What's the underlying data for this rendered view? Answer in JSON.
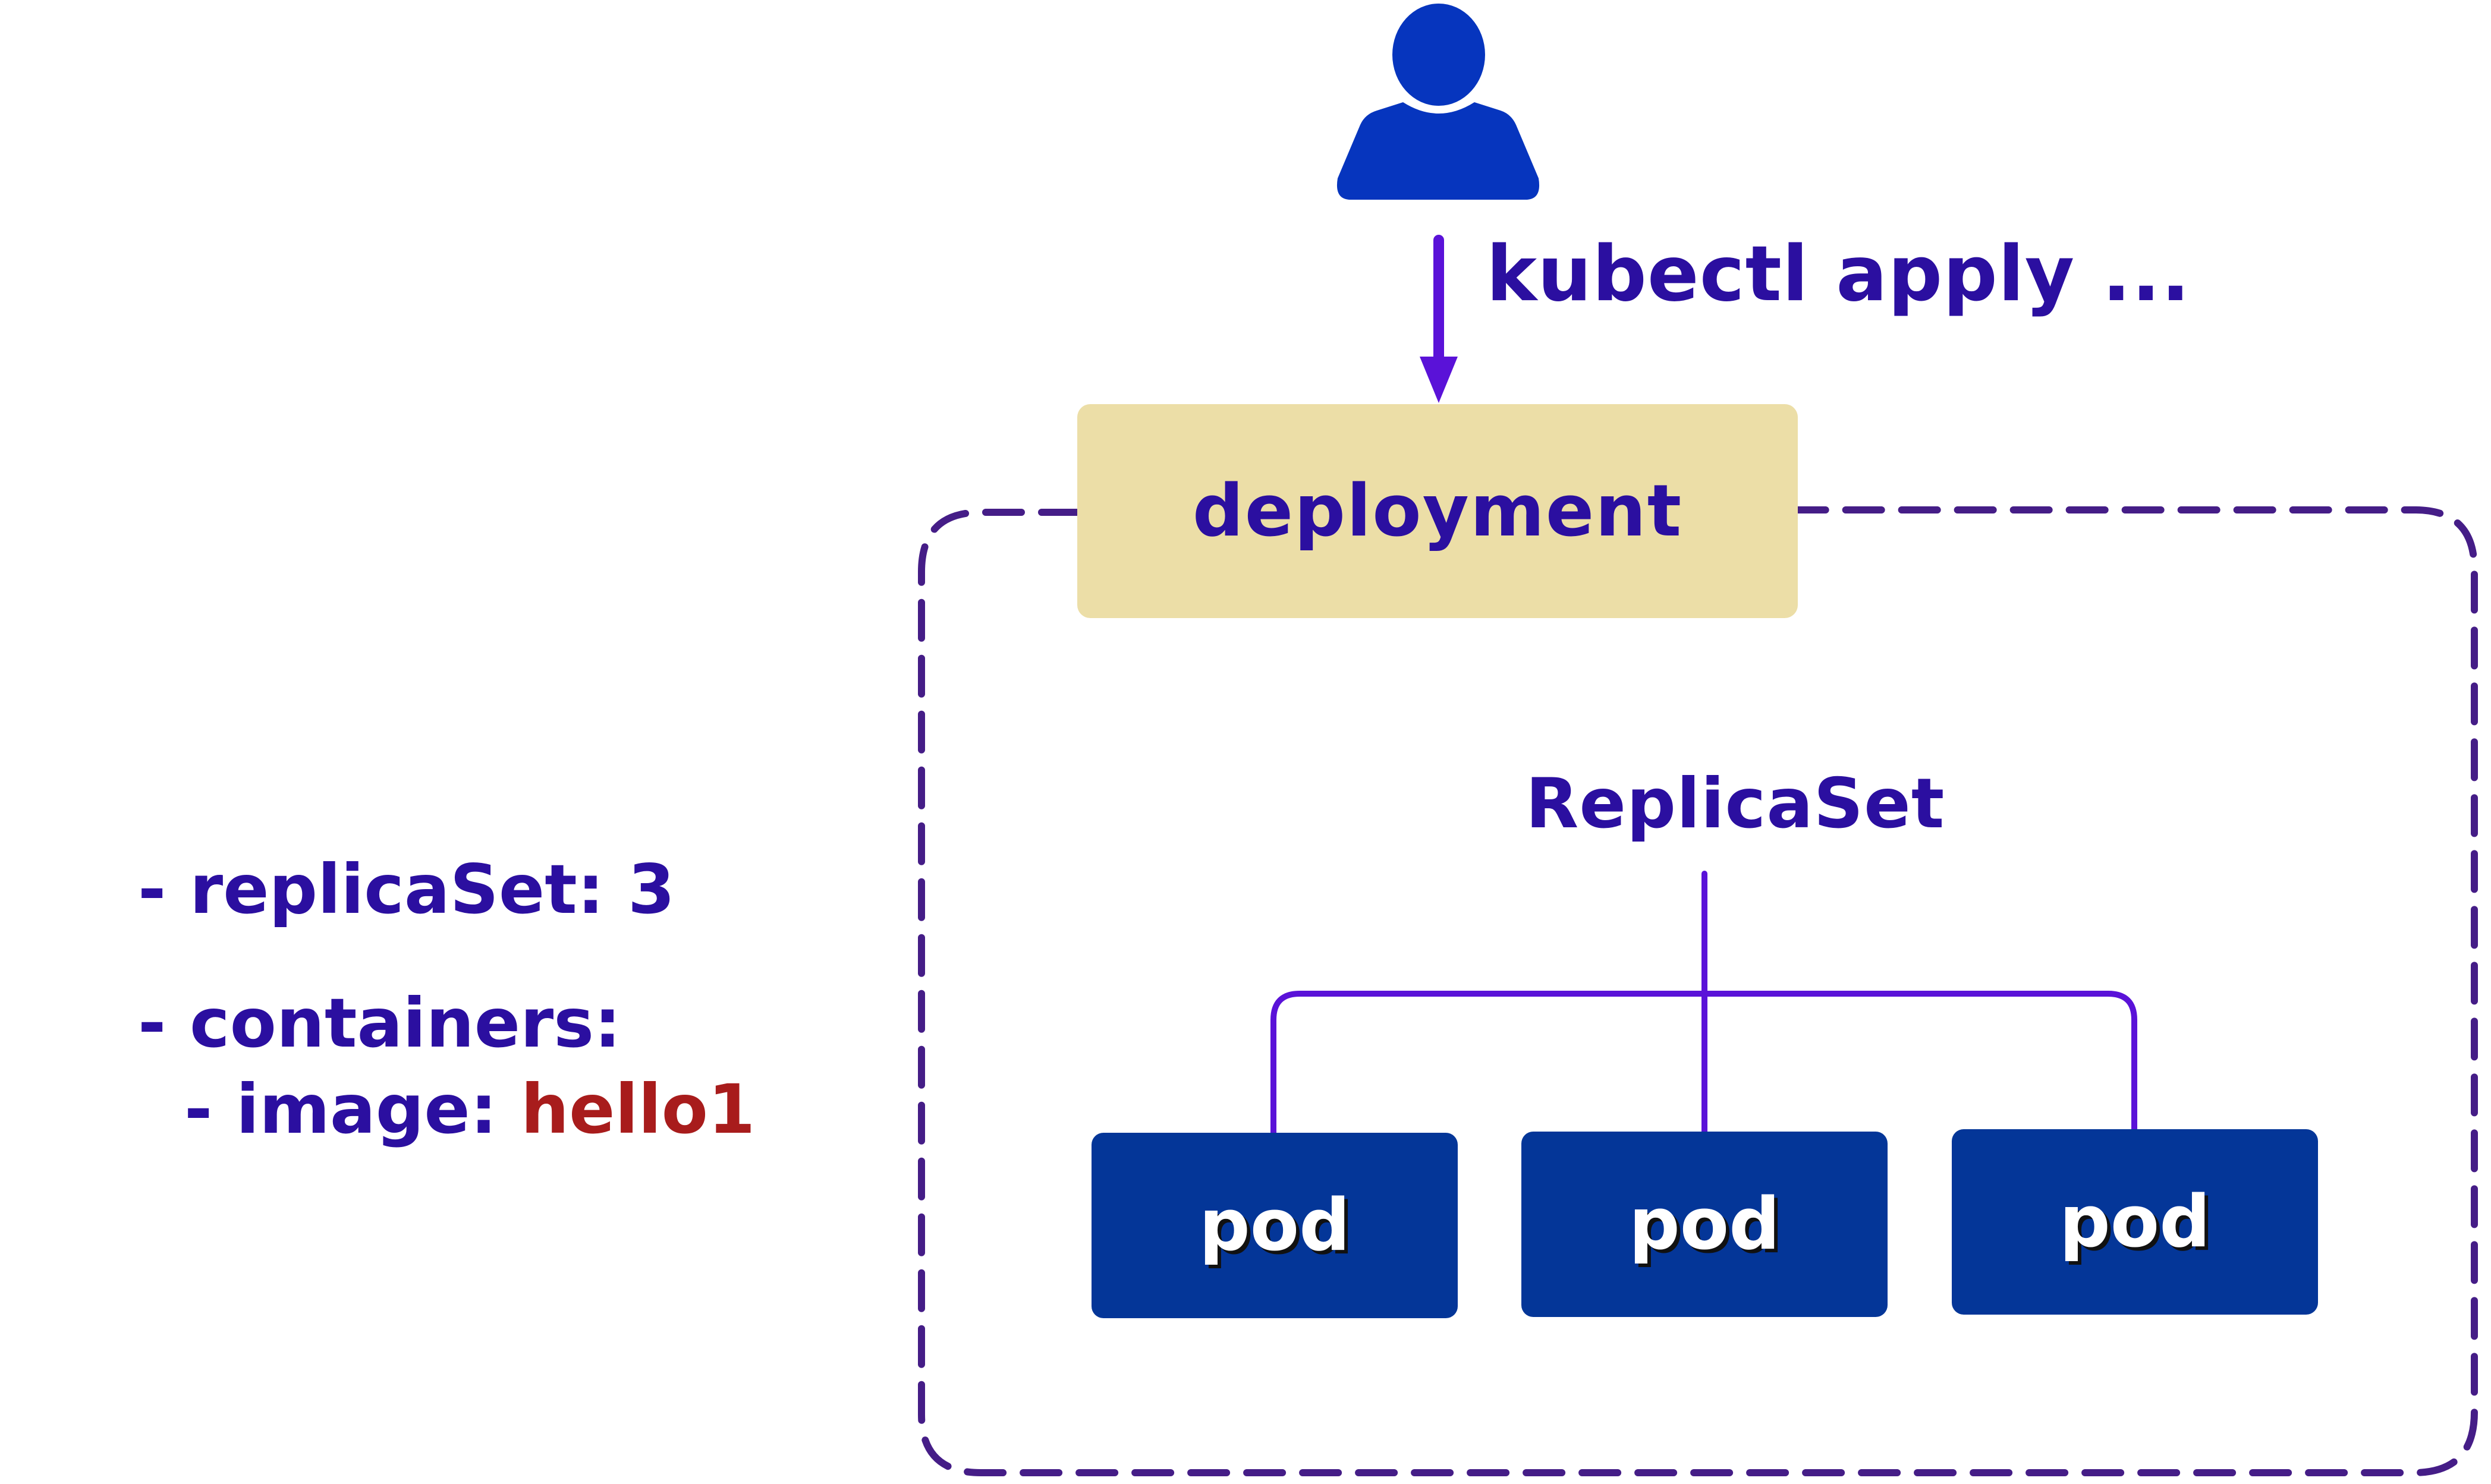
{
  "command": "kubectl apply ...",
  "deployment": {
    "label": "deployment"
  },
  "replicaset": {
    "label": "ReplicaSet"
  },
  "pods": [
    {
      "label": "pod"
    },
    {
      "label": "pod"
    },
    {
      "label": "pod"
    }
  ],
  "spec": {
    "replicas_line": "- replicaSet: 3",
    "containers_line": "- containers:",
    "image_prefix": "- image: ",
    "image_value": "hello1"
  },
  "colors": {
    "text": "#2b0fa0",
    "dashed_border": "#451d87",
    "connector": "#5a12d8",
    "user_icon": "#0635be",
    "deployment_fill": "#ecdea7",
    "pod_fill": "#043698",
    "image_value": "#a81c1c"
  },
  "icons": [
    "user-icon"
  ]
}
